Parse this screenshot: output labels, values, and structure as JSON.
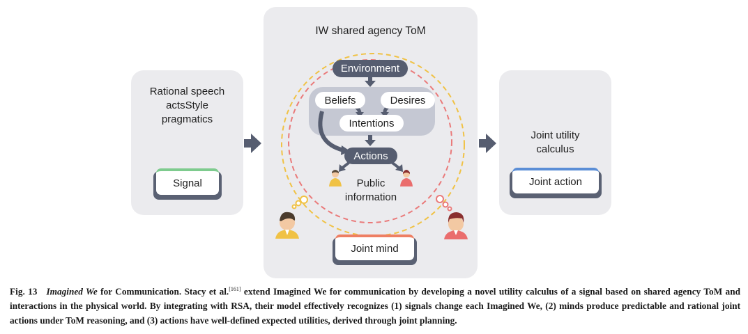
{
  "left_panel": {
    "text_line1": "Rational speech",
    "text_line2": "actsStyle",
    "text_line3": "pragmatics",
    "card_label": "Signal",
    "card_color": "#7ecb8e"
  },
  "center_panel": {
    "title": "IW shared agency ToM",
    "environment": "Environment",
    "beliefs": "Beliefs",
    "desires": "Desires",
    "intentions": "Intentions",
    "actions": "Actions",
    "public_line1": "Public",
    "public_line2": "information",
    "card_label": "Joint mind",
    "card_color": "#ee7f63"
  },
  "right_panel": {
    "text_line1": "Joint utility",
    "text_line2": "calculus",
    "card_label": "Joint action",
    "card_color": "#5b8ed6"
  },
  "colors": {
    "panel": "#ebebee",
    "dark_pill": "#565d70",
    "inner_box": "#c5c8d3",
    "arrow": "#565d70",
    "yellow_dash": "#f0c245",
    "red_dash": "#ea7a7a"
  },
  "caption": {
    "fig_label": "Fig. 13",
    "title": "Imagined We",
    "lead": "for Communication. Stacy et al.",
    "ref": "[161]",
    "body": "extend Imagined We for communication by developing a novel utility calculus of a signal based on shared agency ToM and interactions in the physical world. By integrating with RSA, their model effectively recognizes (1) signals change each Imagined We, (2) minds produce predictable and rational joint actions under ToM reasoning, and (3) actions have well-defined expected utilities, derived through joint planning."
  }
}
